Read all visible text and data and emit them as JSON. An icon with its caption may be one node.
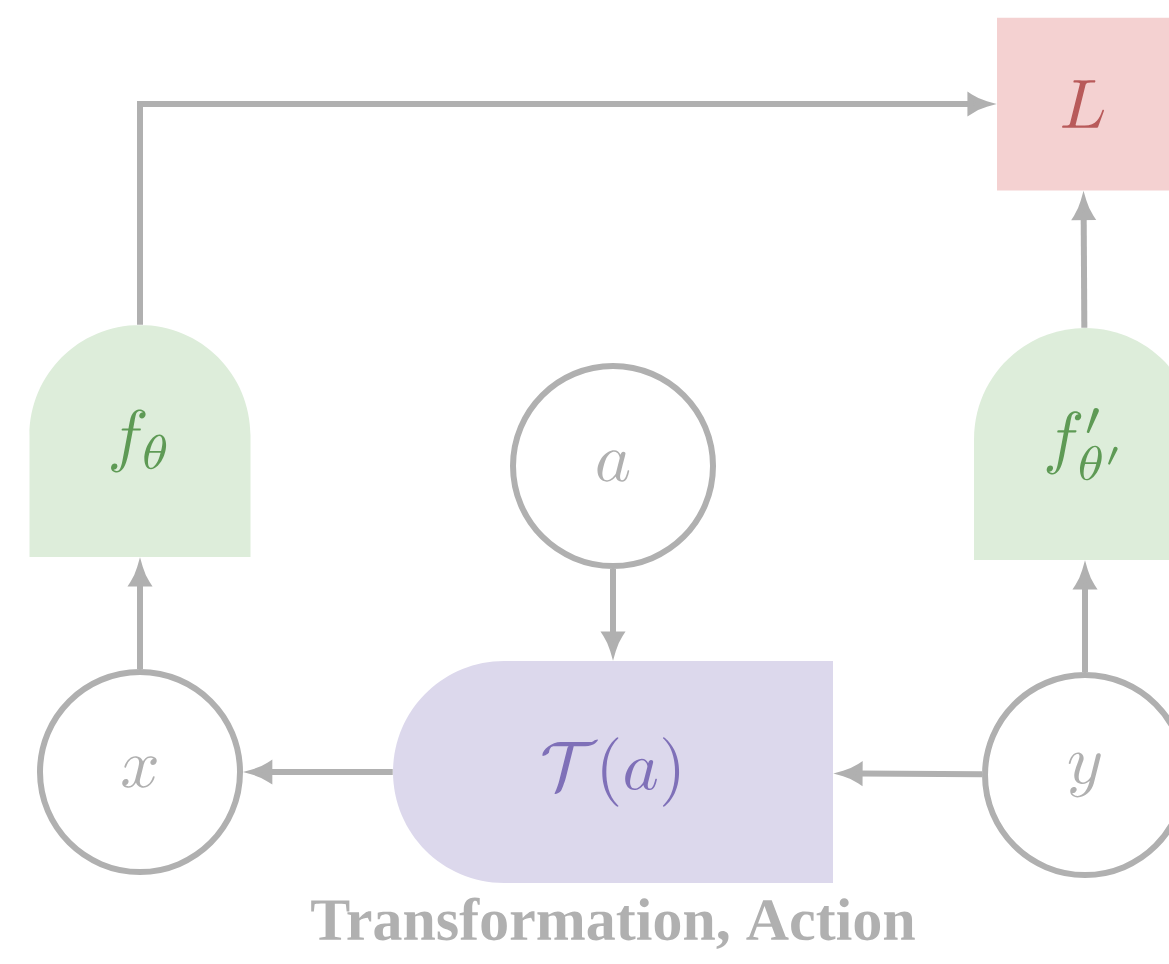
{
  "diagram": {
    "nodes": [
      {
        "text": [
          "L"
        ]
      },
      {
        "text": [
          "f_\\theta"
        ]
      },
      {
        "text": [
          "a"
        ]
      },
      {
        "text": [
          "f'_{\\theta'}"
        ]
      },
      {
        "text": [
          "x"
        ]
      },
      {
        "text": [
          "\\mathcal{T}(a)"
        ],
        "beside": [
          "Transformation, Action"
        ]
      },
      {
        "text": [
          "y"
        ]
      }
    ],
    "edges": [
      {
        "from": 1,
        "to": 0,
        "arrow": "to"
      },
      {
        "from": 3,
        "to": 0,
        "arrow": "to"
      },
      {
        "from": 2,
        "to": 5,
        "arrow": "to"
      },
      {
        "from": 4,
        "to": 1,
        "arrow": "to"
      },
      {
        "from": 5,
        "to": 4,
        "arrow": "to"
      },
      {
        "from": 6,
        "to": 5,
        "arrow": "to"
      },
      {
        "from": 6,
        "to": 3,
        "arrow": "to"
      }
    ]
  }
}
